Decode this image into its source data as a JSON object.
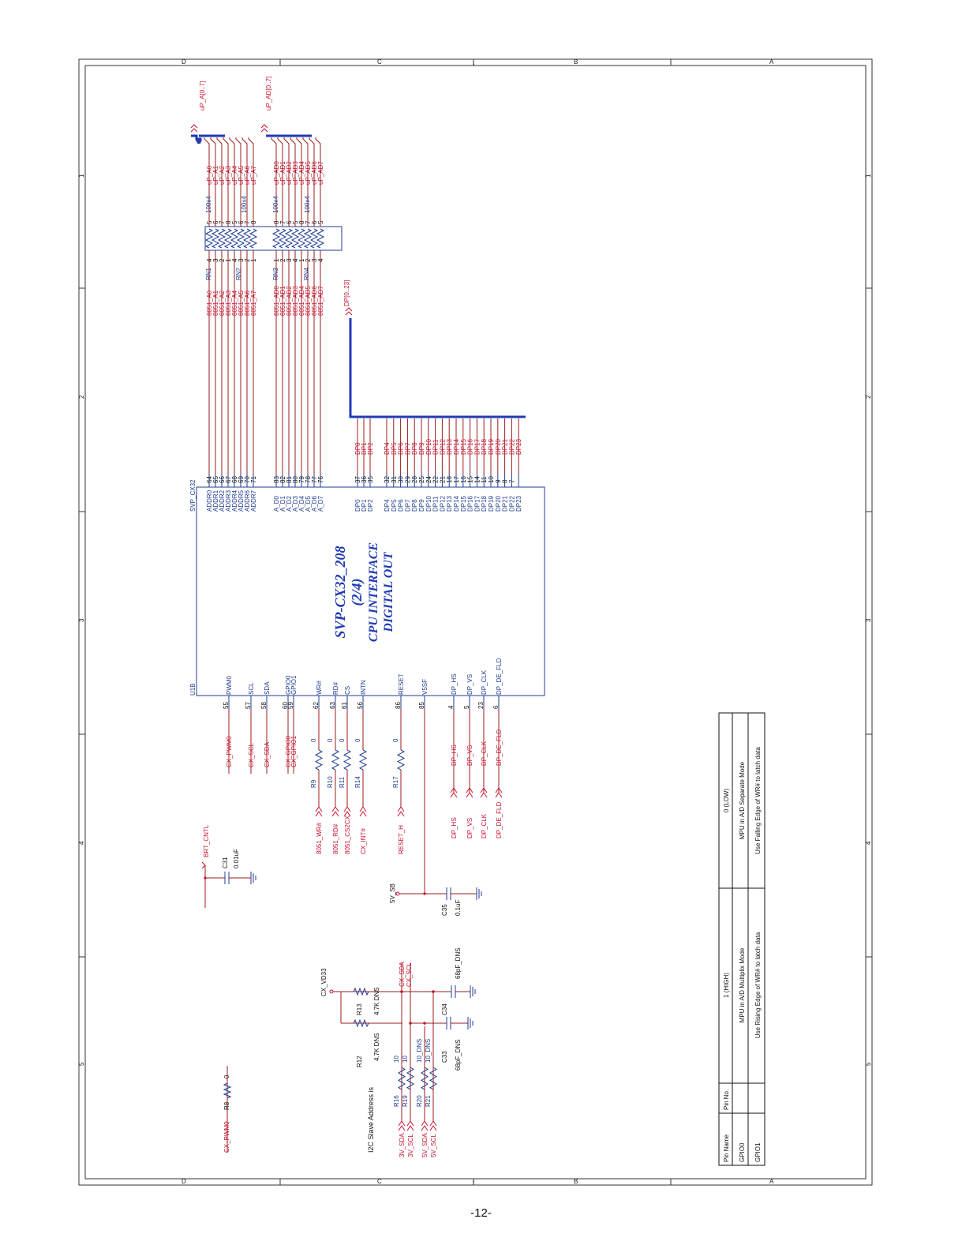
{
  "page": {
    "number": "-12-"
  },
  "frame": {
    "row_letters": [
      "A",
      "B",
      "C",
      "D"
    ],
    "col_numbers": [
      "1",
      "2",
      "3",
      "4",
      "5"
    ]
  },
  "ic": {
    "ref": "U1B",
    "part": "SVP_CX32",
    "title_lines": [
      "SVP-CX32_208",
      "(2/4)",
      "CPU INTERFACE",
      "DIGITAL OUT"
    ],
    "addr_pins": [
      {
        "name": "ADDR0",
        "num": "64"
      },
      {
        "name": "ADDR1",
        "num": "65"
      },
      {
        "name": "ADDR2",
        "num": "66"
      },
      {
        "name": "ADDR3",
        "num": "67"
      },
      {
        "name": "ADDR4",
        "num": "68"
      },
      {
        "name": "ADDR5",
        "num": "69"
      },
      {
        "name": "ADDR6",
        "num": "70"
      },
      {
        "name": "ADDR7",
        "num": "71"
      }
    ],
    "ad_pins": [
      {
        "name": "A_D0",
        "num": "83"
      },
      {
        "name": "A_D1",
        "num": "82"
      },
      {
        "name": "A_D2",
        "num": "81"
      },
      {
        "name": "A_D3",
        "num": "80"
      },
      {
        "name": "A_D4",
        "num": "79"
      },
      {
        "name": "A_D5",
        "num": "78"
      },
      {
        "name": "A_D6",
        "num": "77"
      },
      {
        "name": "A_D7",
        "num": "76"
      }
    ],
    "dp_pins": [
      {
        "name": "DP0",
        "num": "37"
      },
      {
        "name": "DP1",
        "num": "36"
      },
      {
        "name": "DP2",
        "num": "35"
      },
      {
        "name": "DP4",
        "num": "32"
      },
      {
        "name": "DP5",
        "num": "31"
      },
      {
        "name": "DP6",
        "num": "30"
      },
      {
        "name": "DP7",
        "num": "29"
      },
      {
        "name": "DP8",
        "num": "28"
      },
      {
        "name": "DP9",
        "num": "25"
      },
      {
        "name": "DP10",
        "num": "24"
      },
      {
        "name": "DP11",
        "num": "22"
      },
      {
        "name": "DP12",
        "num": "21"
      },
      {
        "name": "DP13",
        "num": "18"
      },
      {
        "name": "DP14",
        "num": "17"
      },
      {
        "name": "DP15",
        "num": "16"
      },
      {
        "name": "DP16",
        "num": "15"
      },
      {
        "name": "DP17",
        "num": "14"
      },
      {
        "name": "DP18",
        "num": "11"
      },
      {
        "name": "DP19",
        "num": "10"
      },
      {
        "name": "DP20",
        "num": "9"
      },
      {
        "name": "DP21",
        "num": "8"
      },
      {
        "name": "DP22",
        "num": "7"
      },
      {
        "name": "DP23",
        "num": ""
      }
    ],
    "bottom_pins": [
      {
        "name": "PWM0",
        "num": "55",
        "net": "CX_PWM0"
      },
      {
        "name": "SCL",
        "num": "57",
        "net": "CX_SCL"
      },
      {
        "name": "SDA",
        "num": "58",
        "net": "CX_SDA"
      },
      {
        "name": "GPIO0",
        "num": "60",
        "net": "CX_GPIO0"
      },
      {
        "name": "GPIO1",
        "num": "59",
        "net": "CX_GPIO1"
      },
      {
        "name": "WR#",
        "num": "62",
        "net": ""
      },
      {
        "name": "RD#",
        "num": "63",
        "net": ""
      },
      {
        "name": "CS",
        "num": "61",
        "net": ""
      },
      {
        "name": "INTN",
        "num": "56",
        "net": ""
      },
      {
        "name": "RESET",
        "num": "86",
        "net": ""
      },
      {
        "name": "V5SF",
        "num": "85",
        "net": ""
      },
      {
        "name": "DP_HS",
        "num": "4",
        "net": "DP_HS"
      },
      {
        "name": "DP_VS",
        "num": "5",
        "net": "DP_VS"
      },
      {
        "name": "DP_CLK",
        "num": "23",
        "net": "DP_CLK"
      },
      {
        "name": "DP_DE_FLD",
        "num": "6",
        "net": "DP_DE_FLD"
      }
    ]
  },
  "buses": {
    "addr_bus": "uP_A[0..7]",
    "ad_bus": "uP_AD[0..7]",
    "dp_bus": "DP[0..23]"
  },
  "resistor_networks": {
    "refs": [
      "RN1",
      "RN2",
      "RN3",
      "RN4"
    ],
    "value": "100x4",
    "left_nets": [
      "8051_A0",
      "8051_A1",
      "8051_A2",
      "8051_A3",
      "8051_A4",
      "8051_A5",
      "8051_A6",
      "8051_A7",
      "8051_AD0",
      "8051_AD1",
      "8051_AD2",
      "8051_AD3",
      "8051_AD4",
      "8051_AD5",
      "8051_AD6",
      "8051_AD7"
    ],
    "left_pins": [
      "4",
      "3",
      "2",
      "1",
      "4",
      "3",
      "2",
      "1",
      "1",
      "2",
      "3",
      "4",
      "1",
      "2",
      "3",
      "4"
    ],
    "right_pins": [
      "5",
      "6",
      "7",
      "8",
      "5",
      "6",
      "7",
      "8",
      "8",
      "7",
      "6",
      "5",
      "8",
      "7",
      "6",
      "5"
    ],
    "right_nets": [
      "uP_A0",
      "uP_A1",
      "uP_A2",
      "uP_A3",
      "uP_A4",
      "uP_A5",
      "uP_A6",
      "uP_A7",
      "uP_AD0",
      "uP_AD1",
      "uP_AD2",
      "uP_AD3",
      "uP_AD4",
      "uP_AD5",
      "uP_AD6",
      "uP_AD7"
    ]
  },
  "series_resistors": [
    {
      "ref": "R9",
      "value": "0",
      "net": "8051_WR#"
    },
    {
      "ref": "R10",
      "value": "0",
      "net": "8051_RD#"
    },
    {
      "ref": "R11",
      "value": "0",
      "net": "8051_CS2CX"
    },
    {
      "ref": "R14",
      "value": "0",
      "net": "CX_INT#"
    },
    {
      "ref": "R17",
      "value": "0",
      "net": "RESET_H"
    }
  ],
  "misc": {
    "brt_net": "BRT_CNTL",
    "c31": {
      "ref": "C31",
      "value": "0.01uF"
    },
    "five_v_sb": "5V_SB",
    "c35": {
      "ref": "C35",
      "value": "0.1uF"
    },
    "cx_vd33": "CX_VD33",
    "r12": {
      "ref": "R12",
      "value": "4.7K DNS"
    },
    "r13": {
      "ref": "R13",
      "value": "4.7K DNS"
    },
    "c33": {
      "ref": "C33",
      "value": "68pF_DNS"
    },
    "c34": {
      "ref": "C34",
      "value": "68pF_DNS"
    },
    "i2c_nets": [
      "CX_SDA",
      "CX_SCL"
    ],
    "i2c_resistors": [
      {
        "ref": "R16",
        "value": "10",
        "net": "3V_SDA"
      },
      {
        "ref": "R19",
        "value": "10",
        "net": "3V_SCL"
      },
      {
        "ref": "R20",
        "value": "10_DNS",
        "net": "5V_SDA"
      },
      {
        "ref": "R21",
        "value": "10_DNS",
        "net": "5V_SCL"
      }
    ],
    "i2c_note": "I2C Slave Address is",
    "r8": {
      "ref": "R8",
      "value": "0",
      "net": "CX_PWM0"
    }
  },
  "gpio_table": {
    "headers": [
      "Pin Name",
      "Pin No.",
      "1 (HIGH)",
      "0 (LOW)"
    ],
    "rows": [
      [
        "GPIO0",
        "",
        "MPU in A/D Multiplix Mode",
        "MPU in A/D Separate Mode"
      ],
      [
        "GPIO1",
        "",
        "Use Rising Edge of WR# to latch data",
        "Use Falling Edge of WR# to latch data"
      ]
    ]
  }
}
